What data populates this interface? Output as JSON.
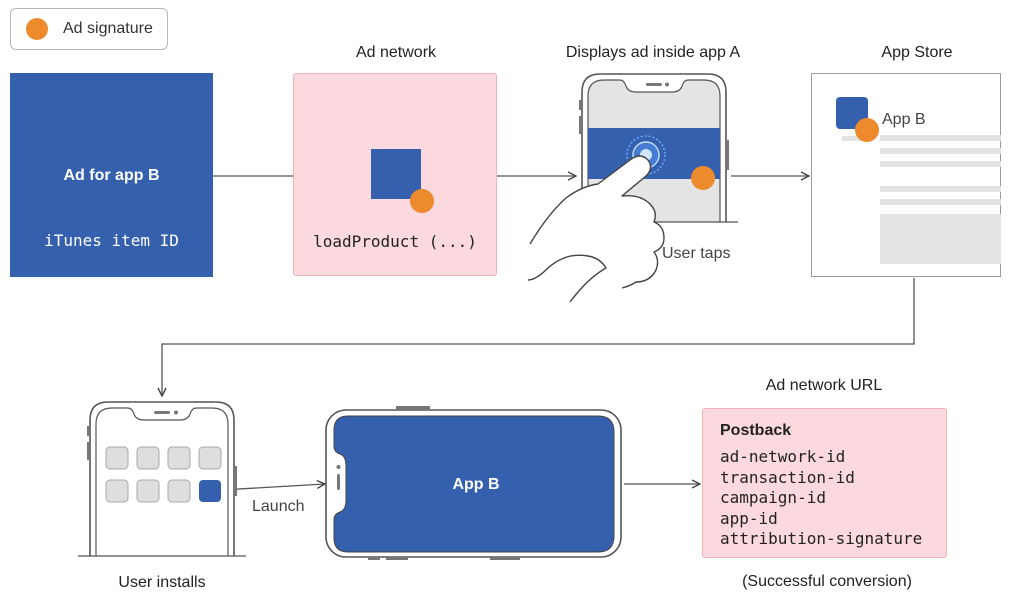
{
  "legend": {
    "label": "Ad signature",
    "dot_color": "#ee8a2e"
  },
  "ad": {
    "title": "Ad for app B",
    "item_id": "iTunes item ID"
  },
  "network": {
    "heading": "Ad network",
    "call": "loadProduct (...)"
  },
  "display": {
    "heading": "Displays ad inside app A",
    "user_taps": "User taps"
  },
  "store": {
    "heading": "App Store",
    "app_name": "App B"
  },
  "install": {
    "caption": "User installs",
    "launch": "Launch"
  },
  "app_b": {
    "label": "App B"
  },
  "postback": {
    "heading": "Ad network URL",
    "title": "Postback",
    "fields": [
      "ad-network-id",
      "transaction-id",
      "campaign-id",
      "app-id",
      "attribution-signature"
    ],
    "caption": "(Successful conversion)"
  },
  "colors": {
    "blue": "#3560ad",
    "orange": "#ee8a2e",
    "pink": "#fcd9de",
    "pink_border": "#efb3bd"
  }
}
